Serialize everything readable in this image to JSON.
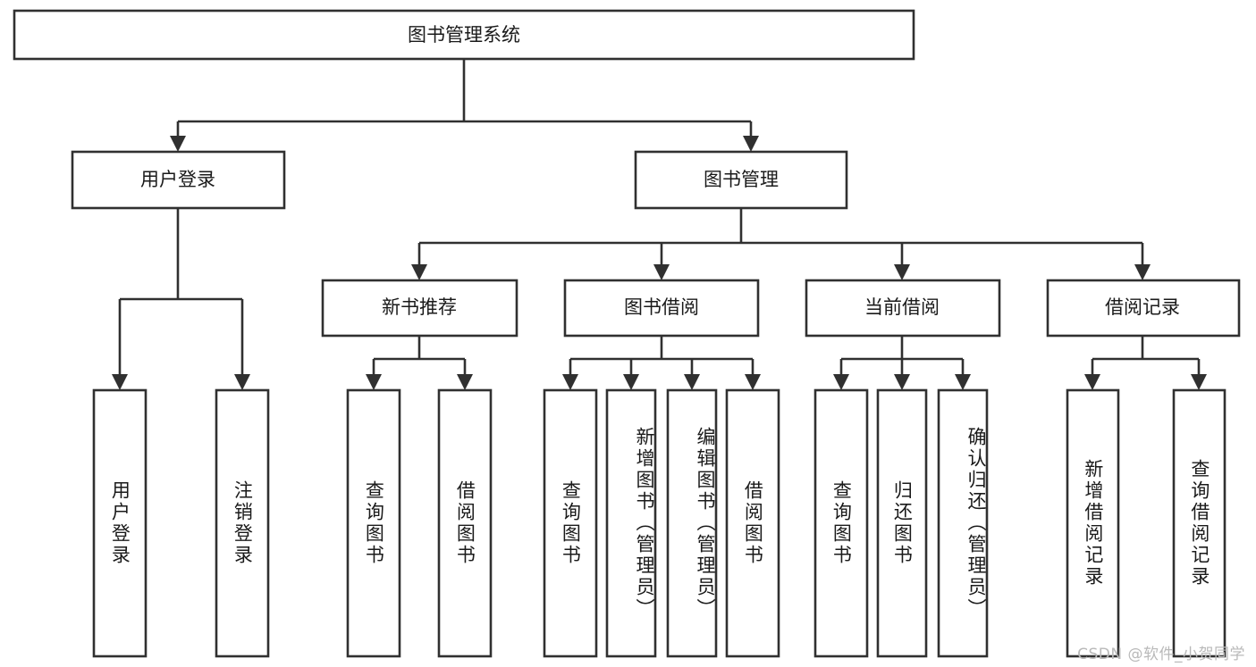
{
  "diagram": {
    "title": "图书管理系统",
    "type": "tree-hierarchy",
    "watermark": "CSDN @软件_小贺同学",
    "colors": {
      "stroke": "#303030",
      "fill": "#ffffff",
      "text": "#1a1a1a",
      "watermark": "#b9b9b9"
    },
    "root": {
      "label": "图书管理系统"
    },
    "level2": [
      {
        "label": "用户登录"
      },
      {
        "label": "图书管理"
      }
    ],
    "level3": [
      {
        "label": "新书推荐"
      },
      {
        "label": "图书借阅"
      },
      {
        "label": "当前借阅"
      },
      {
        "label": "借阅记录"
      }
    ],
    "leaves": {
      "user_login": [
        {
          "label": "用户登录"
        },
        {
          "label": "注销登录"
        }
      ],
      "new_book": [
        {
          "label": "查询图书"
        },
        {
          "label": "借阅图书"
        }
      ],
      "book_borrow": [
        {
          "label": "查询图书"
        },
        {
          "label": "新增图书（管理员）"
        },
        {
          "label": "编辑图书（管理员）"
        },
        {
          "label": "借阅图书"
        }
      ],
      "current_borrow": [
        {
          "label": "查询图书"
        },
        {
          "label": "归还图书"
        },
        {
          "label": "确认归还（管理员）"
        }
      ],
      "borrow_record": [
        {
          "label": "新增借阅记录"
        },
        {
          "label": "查询借阅记录"
        }
      ]
    }
  }
}
